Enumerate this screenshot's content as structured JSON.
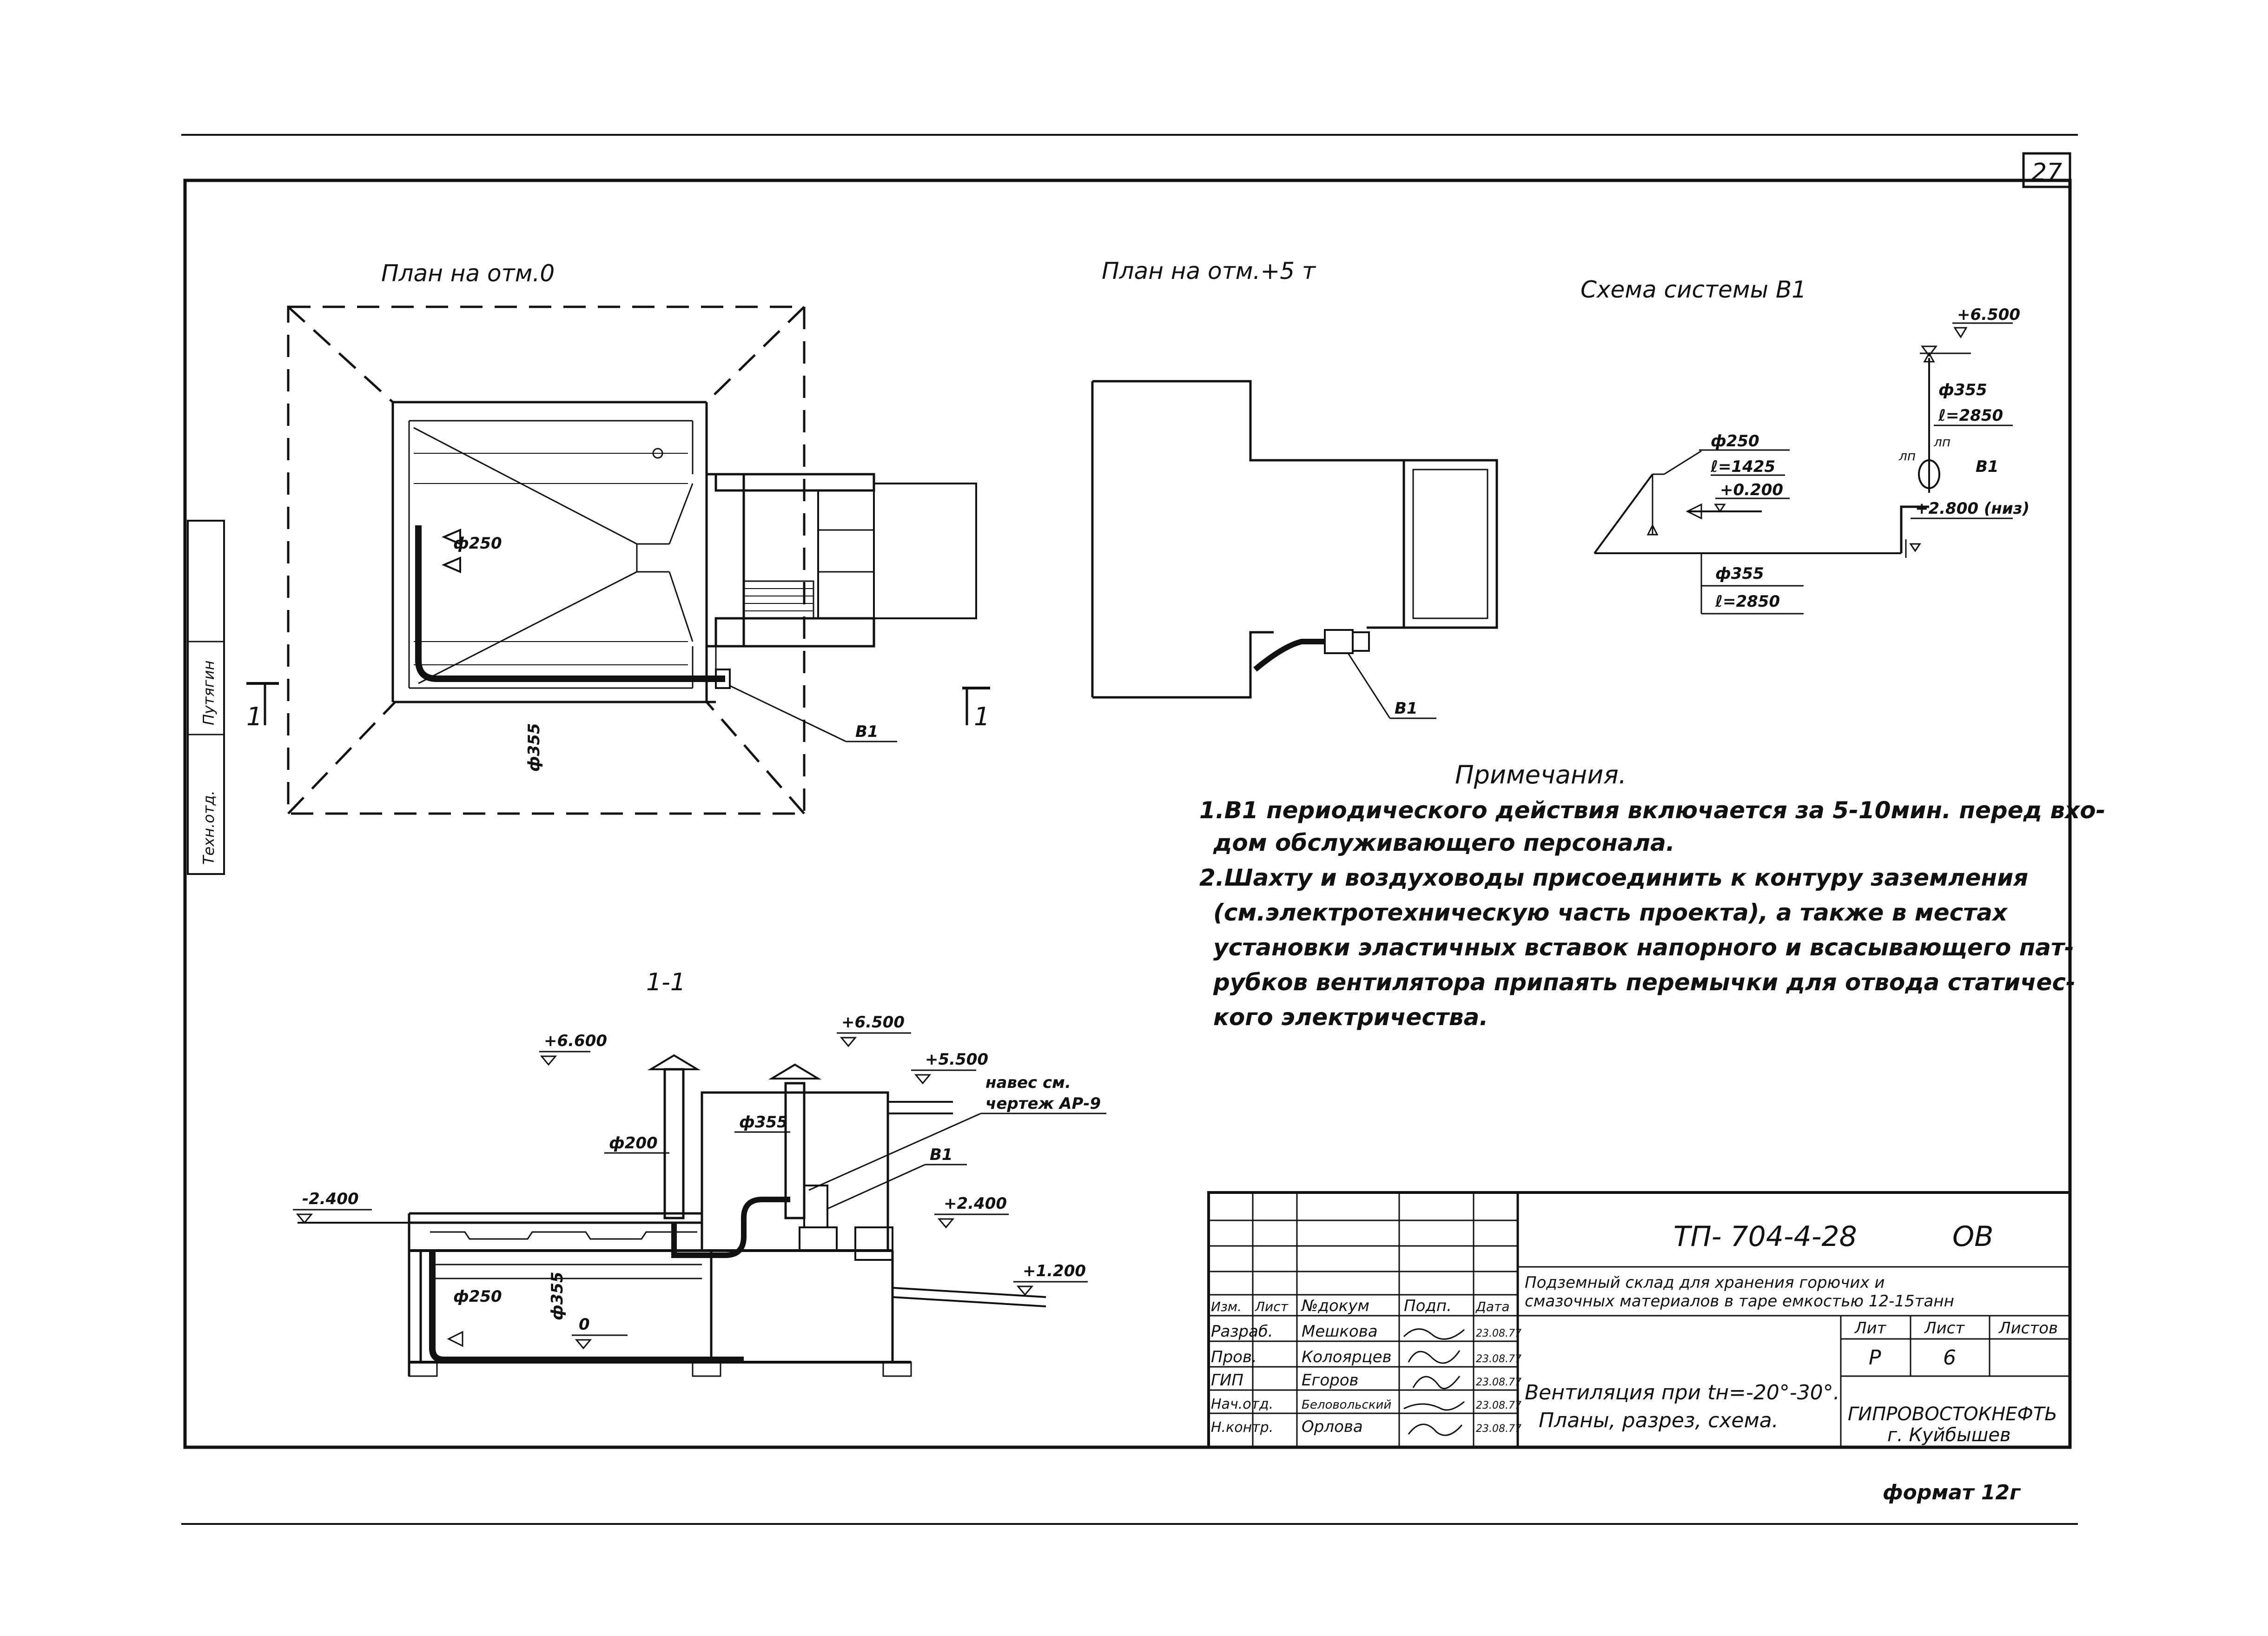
{
  "sheet": {
    "page_number": "27",
    "format_label": "формат 12г",
    "side_stamp": [
      "Техн.отд.",
      "Путягин"
    ]
  },
  "views": {
    "plan_0": {
      "title": "План на отм.0",
      "labels": {
        "duct_250": "ф250",
        "duct_355": "ф355",
        "section_left": "1",
        "section_right": "1",
        "system": "В1"
      }
    },
    "plan_5": {
      "title": "План на отм.+5 т",
      "labels": {
        "system": "В1"
      }
    },
    "scheme": {
      "title": "Схема системы В1",
      "labels": {
        "top_level": "+6.500",
        "d355_top": "ф355",
        "l_top": "ℓ=2850",
        "ap1": "лп",
        "ap2": "лп",
        "b1": "В1",
        "level_2800": "+2.800 (низ)",
        "d250": "ф250",
        "l1425": "ℓ=1425",
        "level_0200": "+0.200",
        "d355_bottom": "ф355",
        "l2850": "ℓ=2850"
      }
    },
    "section": {
      "title": "1-1",
      "labels": {
        "l6600": "+6.600",
        "l6500": "+6.500",
        "l5500": "+5.500",
        "canopy1": "навес см.",
        "canopy2": "чертеж АР-9",
        "d355": "ф355",
        "d200": "ф200",
        "b1": "В1",
        "l2400": "+2.400",
        "l2400n": "-2.400",
        "l1200": "+1.200",
        "d250": "ф250",
        "d355v": "ф355",
        "zero": "0"
      }
    }
  },
  "notes": {
    "title": "Примечания.",
    "lines": [
      "1.В1 периодического действия включается за 5-10мин. перед вхо-",
      "дом обслуживающего персонала.",
      "2.Шахту и воздуховоды присоединить к контуру заземления",
      "(см.электротехническую часть проекта), а также в местах",
      "установки эластичных вставок напорного и всасывающего пат-",
      "рубков вентилятора припаять перемычки для отвода статичес-",
      "кого электричества."
    ]
  },
  "title_block": {
    "doc_code": "ТП- 704-4-28",
    "section_code": "ОВ",
    "object_line1": "Подземный склад для хранения горючих и",
    "object_line2": "смазочных материалов в таре емкостью 12-15танн",
    "header_cells": [
      "Изм.",
      "Лист",
      "№докум",
      "Подп.",
      "Дата"
    ],
    "roles": [
      {
        "role": "Разраб.",
        "name": "Мешкова",
        "date": "23.08.77"
      },
      {
        "role": "Пров.",
        "name": "Колоярцев",
        "date": "23.08.77"
      },
      {
        "role": "ГИП",
        "name": "Егоров",
        "date": "23.08.77"
      },
      {
        "role": "Нач.отд.",
        "name": "Беловольский",
        "date": "23.08.77"
      },
      {
        "role": "Н.контр.",
        "name": "Орлова",
        "date": "23.08.77"
      }
    ],
    "stage_headers": [
      "Лит",
      "Лист",
      "Листов"
    ],
    "stage_values": [
      "Р",
      "6",
      ""
    ],
    "drawing_title1": "Вентиляция при tн=-20°-30°.",
    "drawing_title2": "Планы, разрез, схема.",
    "org": "ГИПРОВОСТОКНЕФТЬ",
    "city": "г. Куйбышев"
  }
}
